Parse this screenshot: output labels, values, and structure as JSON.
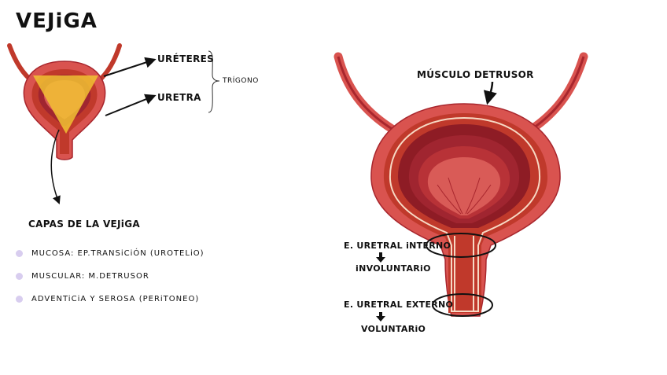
{
  "title": "VEJiGA",
  "small_bladder": {
    "labels": {
      "ureteres": "URÉTERES",
      "uretra": "URETRA",
      "trigono": "TRÍGONO"
    }
  },
  "layers": {
    "heading": "CAPAS DE LA VEJiGA",
    "items": [
      "MUCOSA: EP.TRANSiCiÓN (UROTELiO)",
      "MUSCULAR: M.DETRUSOR",
      "ADVENTiCiA Y SEROSA (PERiTONEO)"
    ]
  },
  "large_bladder": {
    "detrusor_label": "MÚSCULO DETRUSOR",
    "internal_sphincter": "E. URETRAL iNTERNO",
    "internal_type": "iNVOLUNTARiO",
    "external_sphincter": "E. URETRAL EXTERNO",
    "external_type": "VOLUNTARiO"
  },
  "colors": {
    "outer_wall": "#d9534f",
    "mid_wall": "#c0392b",
    "inner_dark": "#8e1c25",
    "lumen": "#d95b57",
    "trigone_fill": "#f1c232",
    "bullet": "#d8cdef"
  }
}
